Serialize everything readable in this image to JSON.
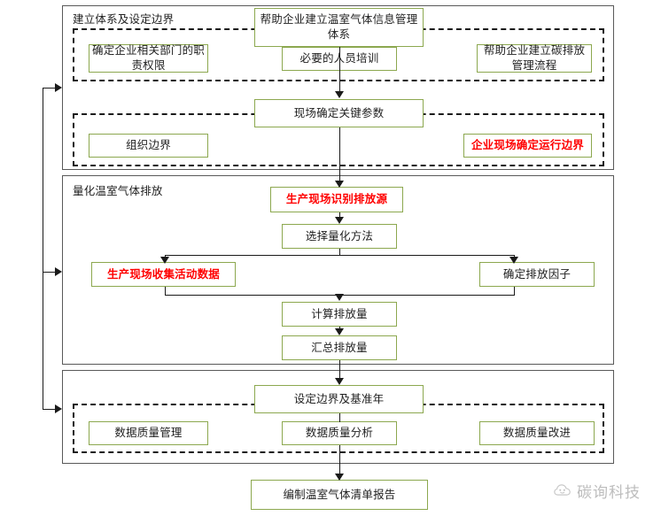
{
  "diagram": {
    "title_hidden": "",
    "accent_box_border": "#8ca84f",
    "highlight_text_color": "#ff0000",
    "section_border_color": "#595959",
    "connector_color": "#1a1a1a"
  },
  "sections": [
    {
      "id": "establish",
      "label": "建立体系及设定边界"
    },
    {
      "id": "quantify",
      "label": "量化温室气体排放"
    },
    {
      "id": "quality",
      "label": ""
    }
  ],
  "boxes": {
    "help_build_ghg_info_system": "帮助企业建立温室气体信息管理体系",
    "define_department_duties": "确定企业相关部门的职责权限",
    "necessary_personnel_training": "必要的人员培训",
    "help_build_carbon_process": "帮助企业建立碳排放管理流程",
    "onsite_key_parameters": "现场确定关键参数",
    "organizational_boundary": "组织边界",
    "onsite_operational_boundary": "企业现场确定运行边界",
    "identify_emission_sources": "生产现场识别排放源",
    "select_quantification_method": "选择量化方法",
    "collect_activity_data": "生产现场收集活动数据",
    "determine_emission_factor": "确定排放因子",
    "calculate_emissions": "计算排放量",
    "aggregate_emissions": "汇总排放量",
    "set_boundary_base_year": "设定边界及基准年",
    "data_quality_management": "数据质量管理",
    "data_quality_analysis": "数据质量分析",
    "data_quality_improvement": "数据质量改进",
    "compile_ghg_inventory_report": "编制温室气体清单报告"
  },
  "watermark": {
    "text": "碳询科技",
    "icon": "cloud-face-icon"
  }
}
